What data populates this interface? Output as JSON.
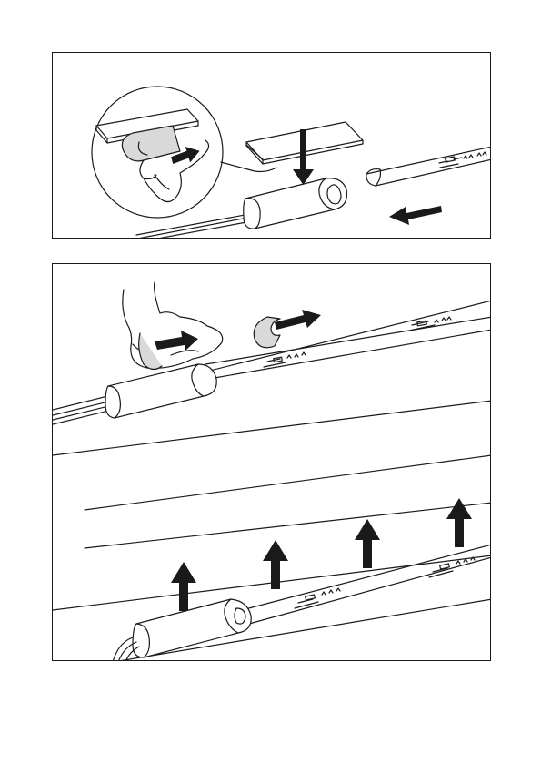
{
  "figure": {
    "panels": [
      {
        "id": "step-1",
        "content": [
          "adhesive-tape-peel-magnified",
          "mounting-clip-placement",
          "slide-light-strip-into-clip"
        ]
      },
      {
        "id": "step-2",
        "content": [
          "hand-peeling-tape",
          "press-clip-onto-cabinet",
          "lift-light-strip-into-position"
        ]
      }
    ],
    "colors": {
      "line": "#1a1a1a",
      "fill": "#ffffff",
      "arrow": "#1a1a1a",
      "skin_shade": "#d9d9d9"
    }
  }
}
